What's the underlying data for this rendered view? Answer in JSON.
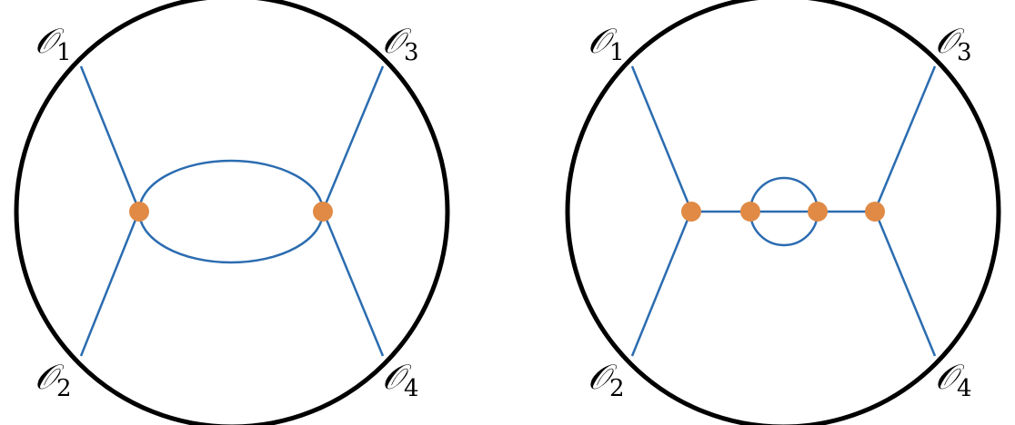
{
  "colors": {
    "boundary": "#000000",
    "propagator": "#2b6cb0",
    "vertex": "#e08a45"
  },
  "diagrams": [
    {
      "operators": [
        {
          "symbol": "𝒪",
          "index": "1"
        },
        {
          "symbol": "𝒪",
          "index": "3"
        },
        {
          "symbol": "𝒪",
          "index": "2"
        },
        {
          "symbol": "𝒪",
          "index": "4"
        }
      ]
    },
    {
      "operators": [
        {
          "symbol": "𝒪",
          "index": "1"
        },
        {
          "symbol": "𝒪",
          "index": "3"
        },
        {
          "symbol": "𝒪",
          "index": "2"
        },
        {
          "symbol": "𝒪",
          "index": "4"
        }
      ]
    }
  ]
}
